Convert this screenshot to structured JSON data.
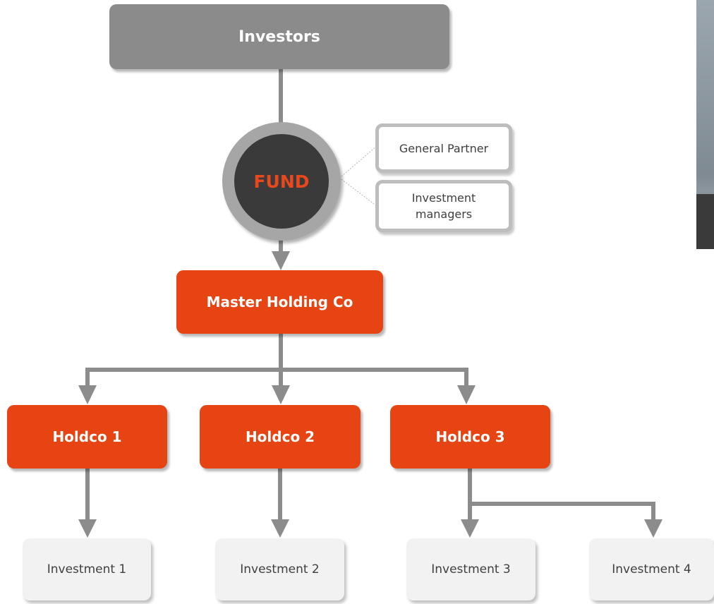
{
  "colors": {
    "orange": "#e64513",
    "gray_box": "#8b8b8b",
    "dark_circle": "#3a3a3a",
    "connector": "#8c8c8c",
    "light_box": "#f2f2f2"
  },
  "nodes": {
    "investors": "Investors",
    "fund": "FUND",
    "general_partner": "General Partner",
    "investment_managers_line1": "Investment",
    "investment_managers_line2": "managers",
    "master_holding": "Master Holding Co",
    "holdcos": [
      "Holdco 1",
      "Holdco 2",
      "Holdco 3"
    ],
    "investments": [
      "Investment 1",
      "Investment 2",
      "Investment 3",
      "Investment 4"
    ]
  }
}
